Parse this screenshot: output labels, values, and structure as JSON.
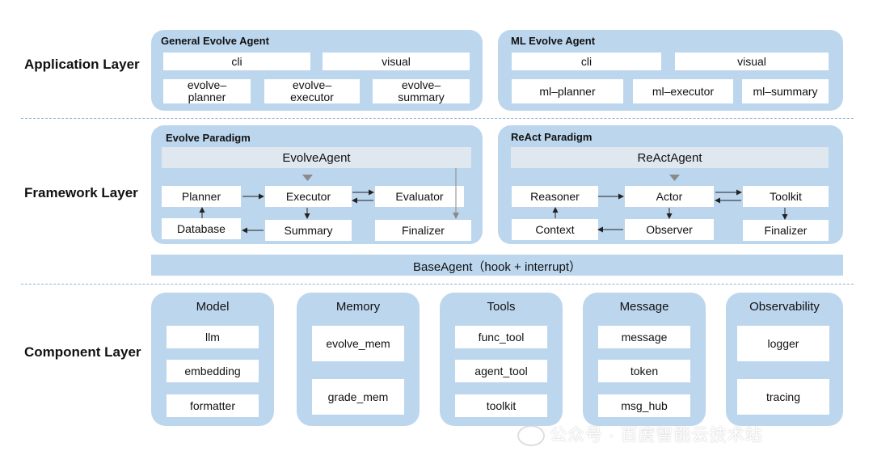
{
  "layers": {
    "application": "Application Layer",
    "framework": "Framework Layer",
    "component": "Component Layer"
  },
  "app": {
    "general": {
      "title": "General Evolve Agent",
      "cli": "cli",
      "visual": "visual",
      "planner_1": "evolve–",
      "planner_2": "planner",
      "executor_1": "evolve–",
      "executor_2": "executor",
      "summary_1": "evolve–",
      "summary_2": "summary"
    },
    "ml": {
      "title": "ML Evolve Agent",
      "cli": "cli",
      "visual": "visual",
      "planner": "ml–planner",
      "executor": "ml–executor",
      "summary": "ml–summary"
    }
  },
  "framework": {
    "evolve": {
      "title": "Evolve Paradigm",
      "agent": "EvolveAgent",
      "planner": "Planner",
      "executor": "Executor",
      "evaluator": "Evaluator",
      "database": "Database",
      "summary": "Summary",
      "finalizer": "Finalizer"
    },
    "react": {
      "title": "ReAct Paradigm",
      "agent": "ReActAgent",
      "reasoner": "Reasoner",
      "actor": "Actor",
      "toolkit": "Toolkit",
      "context": "Context",
      "observer": "Observer",
      "finalizer": "Finalizer"
    },
    "base": "BaseAgent（hook + interrupt）"
  },
  "components": {
    "model": {
      "title": "Model",
      "items": [
        "llm",
        "embedding",
        "formatter"
      ]
    },
    "memory": {
      "title": "Memory",
      "items": [
        "evolve_mem",
        "grade_mem"
      ]
    },
    "tools": {
      "title": "Tools",
      "items": [
        "func_tool",
        "agent_tool",
        "toolkit"
      ]
    },
    "message": {
      "title": "Message",
      "items": [
        "message",
        "token",
        "msg_hub"
      ]
    },
    "observability": {
      "title": "Observability",
      "items": [
        "logger",
        "tracing"
      ]
    }
  },
  "watermark": "公众号 · 百度智能云技术站",
  "colors": {
    "panel": "#bcd6ee",
    "bar": "#dfe7ef",
    "separator": "#8fb3d4",
    "box": "#ffffff"
  }
}
